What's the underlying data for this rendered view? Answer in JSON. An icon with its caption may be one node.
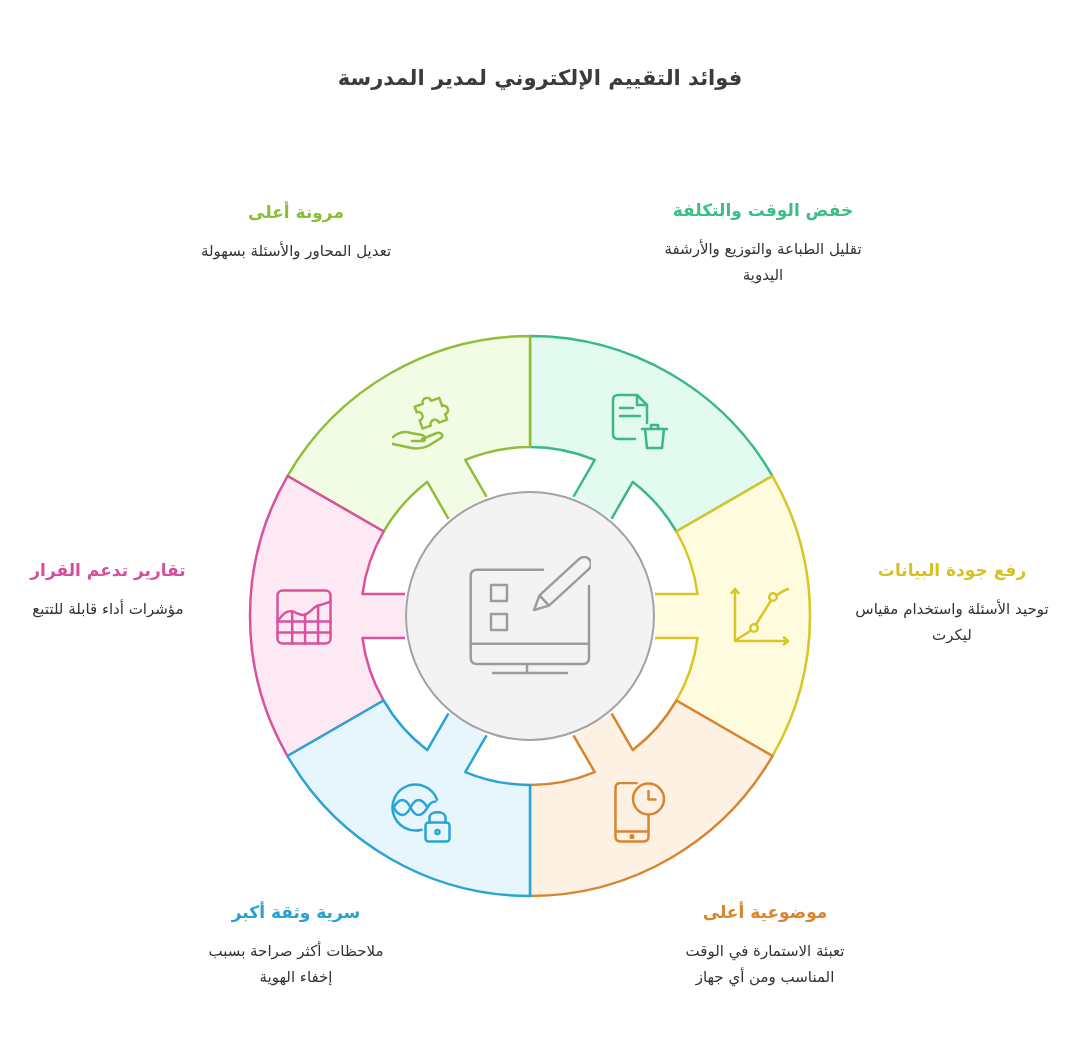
{
  "diagram": {
    "title": "فوائد التقييم الإلكتروني لمدير المدرسة",
    "nodes": [
      {
        "text": [],
        "shape": "segment",
        "beside": [
          "خفض الوقت والتكلفة",
          "تقليل الطباعة والتوزيع والأرشفة اليدوية"
        ]
      },
      {
        "text": [],
        "shape": "segment",
        "beside": [
          "مرونة أعلى",
          "تعديل المحاور والأسئلة بسهولة"
        ]
      },
      {
        "text": [],
        "shape": "segment",
        "beside": [
          "رفع جودة البيانات",
          "توحيد الأسئلة واستخدام مقياس ليكرت"
        ]
      },
      {
        "text": [],
        "shape": "circle"
      },
      {
        "text": [],
        "shape": "segment",
        "beside": [
          "تقارير تدعم القرار",
          "مؤشرات أداء قابلة للتتبع"
        ]
      },
      {
        "text": [],
        "shape": "segment",
        "beside": [
          "موضوعية أعلى",
          "تعبئة الاستمارة في الوقت المناسب ومن أي جهاز"
        ]
      },
      {
        "text": [],
        "shape": "segment",
        "beside": [
          "سرية وثقة أكبر",
          "ملاحظات أكثر صراحة بسبب إخفاء الهوية"
        ]
      }
    ]
  }
}
